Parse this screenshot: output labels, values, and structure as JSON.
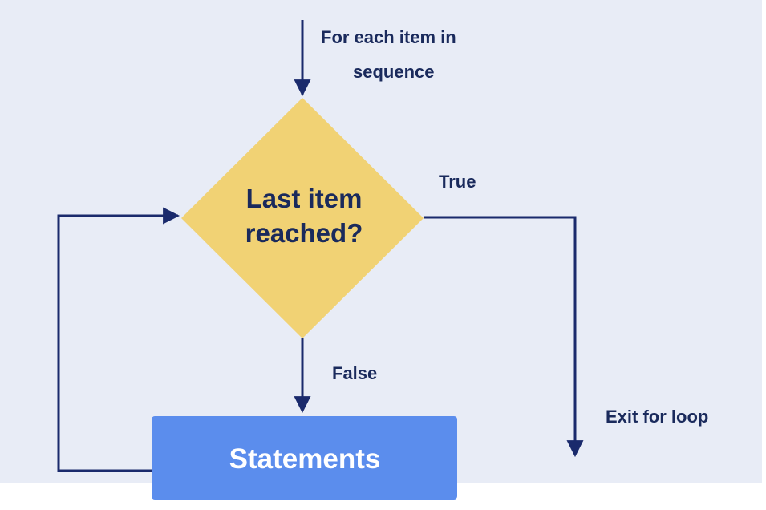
{
  "diagram": {
    "entry_label": [
      "For each item in",
      "sequence"
    ],
    "decision": {
      "lines": [
        "Last item",
        "reached?"
      ]
    },
    "true_label": "True",
    "false_label": "False",
    "statements_label": "Statements",
    "exit_label": "Exit for loop"
  },
  "colors": {
    "background": "#e8ecf6",
    "diamond_fill": "#f1d274",
    "box_fill": "#5b8ded",
    "arrow": "#1a2a6c",
    "text_dark": "#1a2a5c",
    "text_light": "#ffffff"
  }
}
